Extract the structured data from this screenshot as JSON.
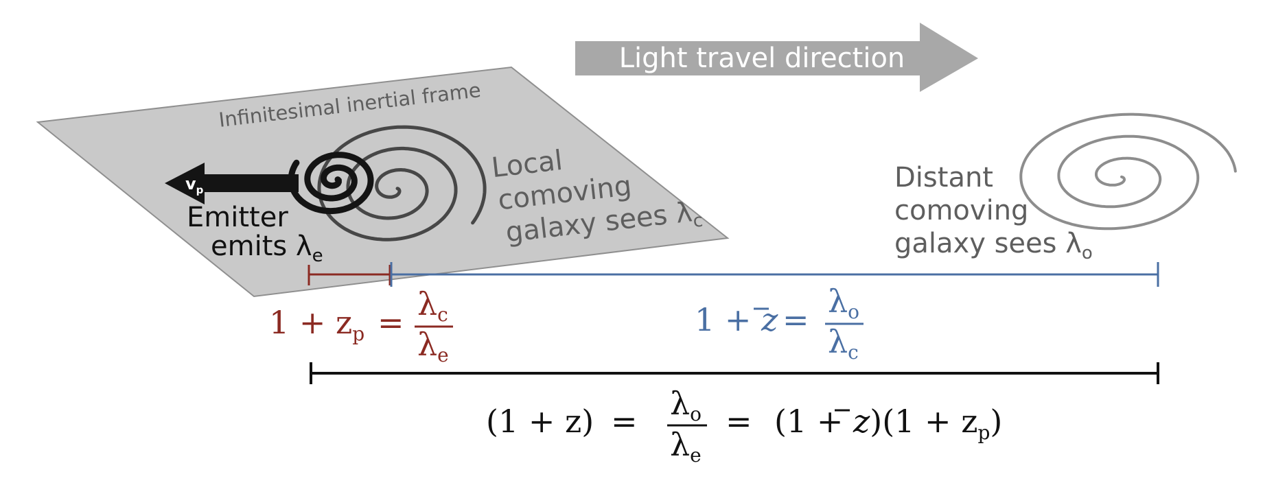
{
  "colors": {
    "plane_fill": "#c9c9c9",
    "plane_stroke": "#8f8f8f",
    "gray_text": "#5e5e5e",
    "arrow_fill": "#a8a8a8",
    "arrow_text": "#ffffff",
    "peculiar_red": "#8b2a22",
    "comoving_blue": "#4a6fa3",
    "total_black": "#111111",
    "emitter_black": "#141414",
    "local_spiral": "#474747",
    "distant_spiral": "#8d8d8d"
  },
  "labels": {
    "light_travel": "Light travel direction",
    "inertial_frame": "Infinitesimal inertial frame",
    "velocity": "v",
    "velocity_sub": "p",
    "emitter_line1": "Emitter",
    "emitter_line2": "emits λ",
    "emitter_sub": "e",
    "local_line1": "Local",
    "local_line2": "comoving",
    "local_line3": "galaxy sees λ",
    "local_sub": "c",
    "distant_line1": "Distant",
    "distant_line2": "comoving",
    "distant_line3": "galaxy sees λ",
    "distant_sub": "o"
  },
  "equations": {
    "peculiar": {
      "lhs_prefix": "1 + z",
      "lhs_sub": "p",
      "equals": "=",
      "num": "λ",
      "num_sub": "c",
      "den": "λ",
      "den_sub": "e"
    },
    "comoving": {
      "lhs_prefix": "1 + ",
      "lhs_var": "z",
      "equals": "=",
      "num": "λ",
      "num_sub": "o",
      "den": "λ",
      "den_sub": "c"
    },
    "total": {
      "lhs": "(1 + z)",
      "equals1": "=",
      "num": "λ",
      "num_sub": "o",
      "den": "λ",
      "den_sub": "e",
      "equals2": "=",
      "rhs_part1": "(1 + ",
      "rhs_var": "z",
      "rhs_part2": ")(1 + z",
      "rhs_sub": "p",
      "rhs_part3": ")"
    }
  }
}
